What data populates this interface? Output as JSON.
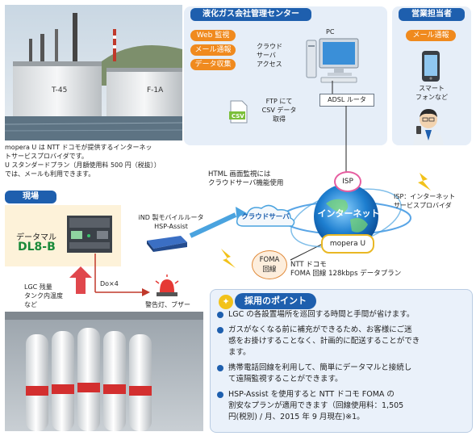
{
  "photo_caption": [
    "mopera U は NTT ドコモが提供するインターネッ",
    "トサービスプロバイダです。",
    "U スタンダードプラン（月額使用料 500 円（税抜））",
    "では、メールも利用できます。"
  ],
  "photo_tank_labels": [
    "T-45",
    "F-1A"
  ],
  "center": {
    "title": "液化ガス会社管理センター",
    "services": [
      "Web 監視",
      "メール通報",
      "データ収集"
    ],
    "pc_label": "PC",
    "cloud_access": [
      "クラウド",
      "サーバ",
      "アクセス"
    ],
    "ftp": [
      "FTP にて",
      "CSV データ",
      "取得"
    ],
    "csv_icon": "CSV",
    "adsl": "ADSL ルータ"
  },
  "sales": {
    "title": "営業担当者",
    "mail": "メール通報",
    "phone": [
      "スマート",
      "フォンなど"
    ]
  },
  "html_note": [
    "HTML 画面監視には",
    "クラウドサーバ機能使用"
  ],
  "network": {
    "isp": "ISP",
    "isp_note": [
      "ISP：インターネット",
      "サービスプロバイダ"
    ],
    "internet": "インターネット",
    "cloud_server": "クラウドサーバ",
    "mopera": "mopera U",
    "foma": [
      "FOMA",
      "回線"
    ],
    "ntt": [
      "NTT ドコモ",
      "FOMA 回線 128kbps データプラン"
    ]
  },
  "site": {
    "title": "現場",
    "logger_label": "データマル",
    "logger_model": "DL8-B",
    "router": [
      "iND 製モバイルルータ",
      "HSP-Assist"
    ],
    "do_label": "Do×4",
    "alarm": "警告灯、ブザー",
    "lgc": [
      "LGC 残量",
      "タンク内温度",
      "など"
    ]
  },
  "points": {
    "title": "採用のポイント",
    "items": [
      [
        "LGC の各設置場所を巡回する時間と手間が省けます。"
      ],
      [
        "ガスがなくなる前に補充ができるため、お客様にご迷",
        "惑をお掛けすることなく、計画的に配送することができ",
        "ます。"
      ],
      [
        "携帯電話回線を利用して、簡単にデータマルと接続し",
        "て遠隔監視することができます。"
      ],
      [
        "HSP-Assist を使用すると NTT ドコモ FOMA の",
        "割安なプランが適用できます（回線使用料：1,505",
        "円(税別) / 月、2015 年 9 月現在)※1。"
      ]
    ]
  },
  "colors": {
    "header_blue": "#1e5fae",
    "panel_bg": "#e6eef8",
    "orange": "#f08a1e",
    "logger_green": "#1a8a3a"
  }
}
